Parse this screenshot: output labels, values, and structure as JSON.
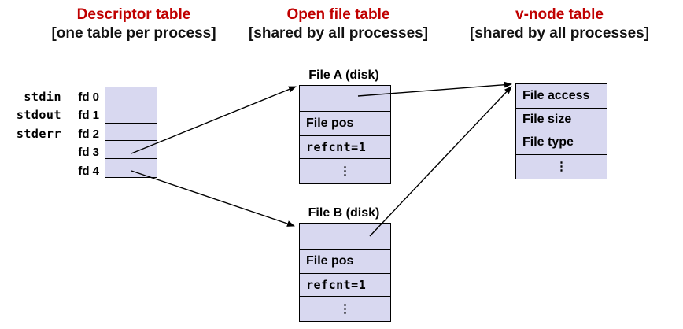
{
  "colors": {
    "accent_red": "#c00000",
    "cell_fill": "#d8d8f0",
    "line": "#000000",
    "text": "#000000"
  },
  "columns": [
    {
      "title": "Descriptor table",
      "subtitle": "[one table per process]"
    },
    {
      "title": "Open file table",
      "subtitle": "[shared by all processes]"
    },
    {
      "title": "v-node table",
      "subtitle": "[shared by all processes]"
    }
  ],
  "descriptor_table": {
    "stdio_labels": [
      "stdin",
      "stdout",
      "stderr"
    ],
    "fd_labels": [
      "fd 0",
      "fd 1",
      "fd 2",
      "fd 3",
      "fd 4"
    ]
  },
  "file_tables": [
    {
      "title": "File A (disk)",
      "cells": [
        "",
        "File pos",
        "refcnt=1",
        "⋮"
      ]
    },
    {
      "title": "File B (disk)",
      "cells": [
        "",
        "File pos",
        "refcnt=1",
        "⋮"
      ]
    }
  ],
  "vnode_table": {
    "cells": [
      "File access",
      "File size",
      "File type",
      "⋮"
    ]
  },
  "connections": [
    {
      "from": "fd 3 entry",
      "to": "File A open file table entry"
    },
    {
      "from": "fd 4 entry",
      "to": "File B open file table entry"
    },
    {
      "from": "File A table entry",
      "to": "v-node table"
    },
    {
      "from": "File B table entry",
      "to": "v-node table"
    }
  ]
}
